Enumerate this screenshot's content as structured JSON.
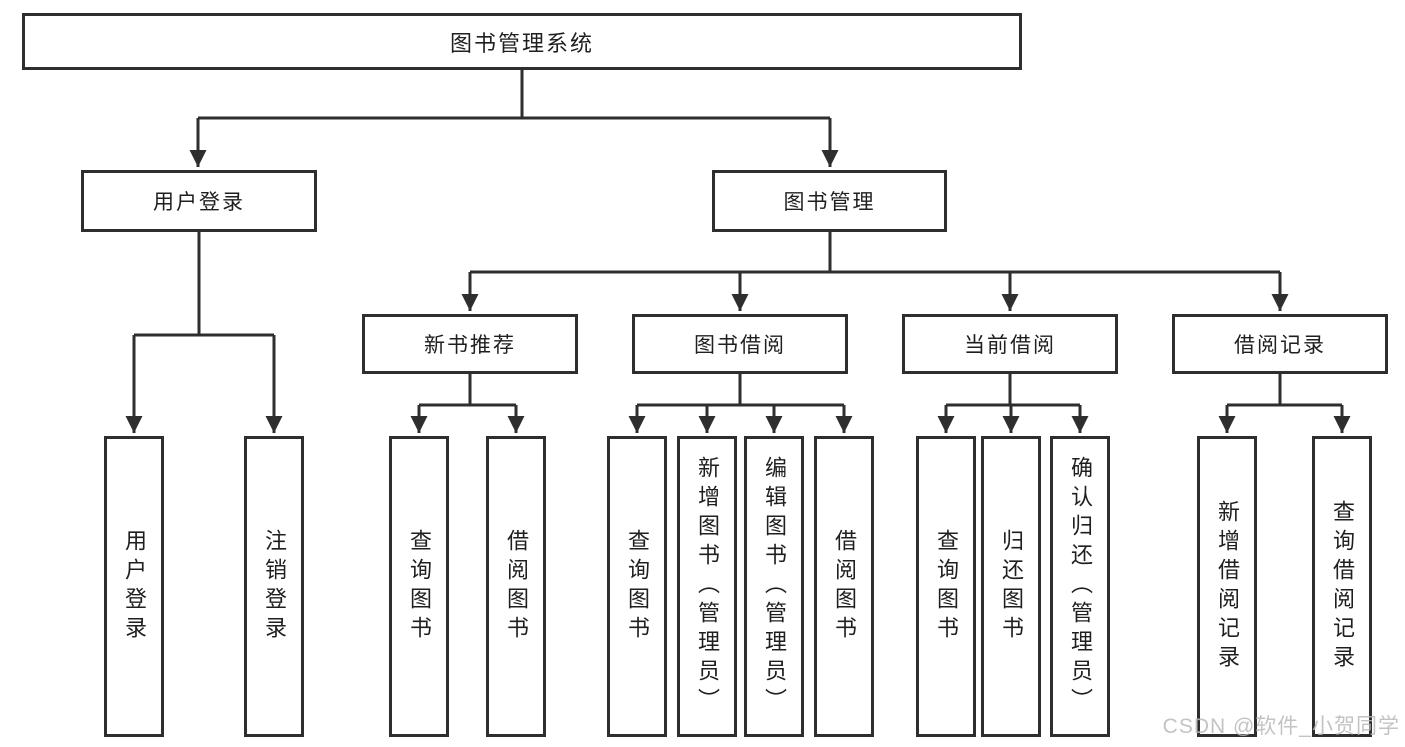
{
  "tree": {
    "root": {
      "label": "图书管理系统",
      "children": [
        {
          "label": "用户登录",
          "children": [
            {
              "label": "用户登录"
            },
            {
              "label": "注销登录"
            }
          ]
        },
        {
          "label": "图书管理",
          "children": [
            {
              "label": "新书推荐",
              "children": [
                {
                  "label": "查询图书"
                },
                {
                  "label": "借阅图书"
                }
              ]
            },
            {
              "label": "图书借阅",
              "children": [
                {
                  "label": "查询图书"
                },
                {
                  "label": "新增图书（管理员）"
                },
                {
                  "label": "编辑图书（管理员）"
                },
                {
                  "label": "借阅图书"
                }
              ]
            },
            {
              "label": "当前借阅",
              "children": [
                {
                  "label": "查询图书"
                },
                {
                  "label": "归还图书"
                },
                {
                  "label": "确认归还（管理员）"
                }
              ]
            },
            {
              "label": "借阅记录",
              "children": [
                {
                  "label": "新增借阅记录"
                },
                {
                  "label": "查询借阅记录"
                }
              ]
            }
          ]
        }
      ]
    }
  },
  "watermark": {
    "text": "CSDN @软件_小贺同学"
  },
  "colors": {
    "line": "#2e2e2e",
    "box_border": "#2e2e2e",
    "text": "#1f1f1f",
    "watermark": "#b9b9b9",
    "background": "#ffffff"
  }
}
